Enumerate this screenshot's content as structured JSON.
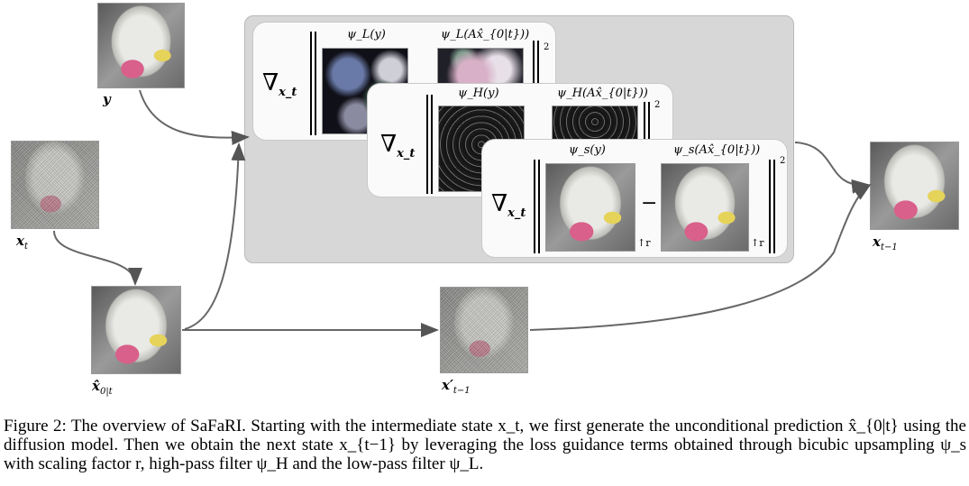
{
  "figure": {
    "labels": {
      "y": "y",
      "x_t": "x",
      "x_t_sub": "t",
      "x0_hat": "x̂",
      "x0_hat_sub": "0|t",
      "x_prime": "x′",
      "x_prime_sub": "t−1",
      "x_next": "x",
      "x_next_sub": "t−1"
    },
    "cards": [
      {
        "id": "low",
        "nabla": "∇",
        "nabla_sub": "x_t",
        "left_term": "ψ_L(y)",
        "right_term": "ψ_L(Ax̂_{0|t}))",
        "exponent": "2"
      },
      {
        "id": "high",
        "nabla": "∇",
        "nabla_sub": "x_t",
        "left_term": "ψ_H(y)",
        "right_term": "ψ_H(Ax̂_{0|t}))",
        "exponent": "2"
      },
      {
        "id": "bicubic",
        "nabla": "∇",
        "nabla_sub": "x_t",
        "left_term": "ψ_s(y)",
        "right_term": "ψ_s(Ax̂_{0|t}))",
        "exponent": "2",
        "minus": "−",
        "up_label": "↑r"
      }
    ]
  },
  "caption": {
    "text": "Figure 2: The overview of SaFaRI. Starting with the intermediate state x_t, we first generate the unconditional prediction x̂_{0|t} using the diffusion model. Then we obtain the next state x_{t−1} by leveraging the loss guidance terms obtained through bicubic upsampling ψ_s with scaling factor r, high-pass filter ψ_H and the low-pass filter ψ_L."
  }
}
